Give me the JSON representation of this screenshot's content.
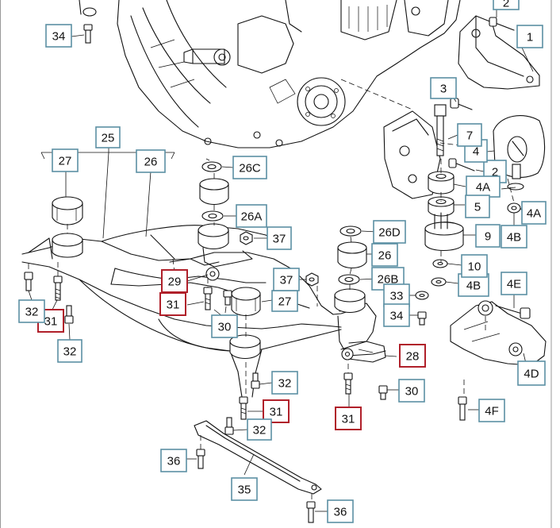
{
  "callouts": [
    {
      "id": "c1",
      "label": "1",
      "highlight": false
    },
    {
      "id": "c2a",
      "label": "2",
      "highlight": false
    },
    {
      "id": "c2b",
      "label": "2",
      "highlight": false
    },
    {
      "id": "c3",
      "label": "3",
      "highlight": false
    },
    {
      "id": "c4",
      "label": "4",
      "highlight": false
    },
    {
      "id": "c4A1",
      "label": "4A",
      "highlight": false
    },
    {
      "id": "c4A2",
      "label": "4A",
      "highlight": false
    },
    {
      "id": "c4B1",
      "label": "4B",
      "highlight": false
    },
    {
      "id": "c4B2",
      "label": "4B",
      "highlight": false
    },
    {
      "id": "c4D",
      "label": "4D",
      "highlight": false
    },
    {
      "id": "c4E",
      "label": "4E",
      "highlight": false
    },
    {
      "id": "c4F",
      "label": "4F",
      "highlight": false
    },
    {
      "id": "c5",
      "label": "5",
      "highlight": false
    },
    {
      "id": "c7",
      "label": "7",
      "highlight": false
    },
    {
      "id": "c9",
      "label": "9",
      "highlight": false
    },
    {
      "id": "c10",
      "label": "10",
      "highlight": false
    },
    {
      "id": "c25",
      "label": "25",
      "highlight": false
    },
    {
      "id": "c26a",
      "label": "26",
      "highlight": false
    },
    {
      "id": "c26b",
      "label": "26",
      "highlight": false
    },
    {
      "id": "c26A",
      "label": "26A",
      "highlight": false
    },
    {
      "id": "c26B",
      "label": "26B",
      "highlight": false
    },
    {
      "id": "c26C",
      "label": "26C",
      "highlight": false
    },
    {
      "id": "c26D",
      "label": "26D",
      "highlight": false
    },
    {
      "id": "c27a",
      "label": "27",
      "highlight": false
    },
    {
      "id": "c27b",
      "label": "27",
      "highlight": false
    },
    {
      "id": "c28",
      "label": "28",
      "highlight": true
    },
    {
      "id": "c29",
      "label": "29",
      "highlight": true
    },
    {
      "id": "c30a",
      "label": "30",
      "highlight": false
    },
    {
      "id": "c30b",
      "label": "30",
      "highlight": false
    },
    {
      "id": "c31a",
      "label": "31",
      "highlight": true
    },
    {
      "id": "c31b",
      "label": "31",
      "highlight": true
    },
    {
      "id": "c31c",
      "label": "31",
      "highlight": true
    },
    {
      "id": "c31d",
      "label": "31",
      "highlight": true
    },
    {
      "id": "c32a",
      "label": "32",
      "highlight": false
    },
    {
      "id": "c32b",
      "label": "32",
      "highlight": false
    },
    {
      "id": "c32c",
      "label": "32",
      "highlight": false
    },
    {
      "id": "c32d",
      "label": "32",
      "highlight": false
    },
    {
      "id": "c33",
      "label": "33",
      "highlight": false
    },
    {
      "id": "c34a",
      "label": "34",
      "highlight": false
    },
    {
      "id": "c34b",
      "label": "34",
      "highlight": false
    },
    {
      "id": "c35",
      "label": "35",
      "highlight": false
    },
    {
      "id": "c36a",
      "label": "36",
      "highlight": false
    },
    {
      "id": "c36b",
      "label": "36",
      "highlight": false
    },
    {
      "id": "c37a",
      "label": "37",
      "highlight": false
    },
    {
      "id": "c37b",
      "label": "37",
      "highlight": false
    }
  ],
  "colors": {
    "callout_border": "#5b8fa3",
    "highlight_border": "#b0202a",
    "line_art": "#111111",
    "background": "#ffffff"
  }
}
